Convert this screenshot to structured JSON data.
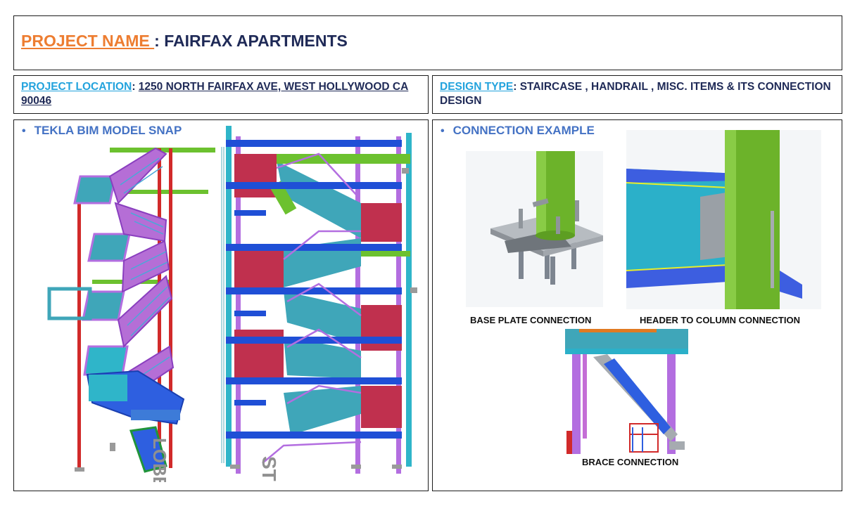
{
  "header": {
    "project_label": "PROJECT NAME ",
    "separator": ": ",
    "project_name": "FAIRFAX APARTMENTS"
  },
  "location": {
    "label": "PROJECT LOCATION",
    "separator": ": ",
    "value": "1250 NORTH FAIRFAX AVE, WEST HOLLYWOOD CA 90046"
  },
  "design": {
    "label": "DESIGN TYPE",
    "separator": ":  ",
    "value": "STAIRCASE , HANDRAIL , MISC. ITEMS & ITS CONNECTION DESIGN"
  },
  "left_panel": {
    "heading": "TEKLA BIM MODEL SNAP",
    "model_labels": {
      "lobby": "LOBBY",
      "stair": "ST"
    }
  },
  "right_panel": {
    "heading": "CONNECTION EXAMPLE",
    "captions": {
      "base_plate": "BASE PLATE CONNECTION",
      "header_column": "HEADER TO COLUMN CONNECTION",
      "brace": "BRACE CONNECTION"
    }
  },
  "colors": {
    "project_label": "#ed7d31",
    "title_text": "#1f2a57",
    "info_label": "#23a3dd",
    "panel_heading": "#4472c4",
    "stair_purple": "#b36ee0",
    "beam_blue": "#1f4fd6",
    "landing_red": "#c0304e",
    "column_green": "#6cc12f",
    "tread_cyan": "#2fb5c9"
  }
}
